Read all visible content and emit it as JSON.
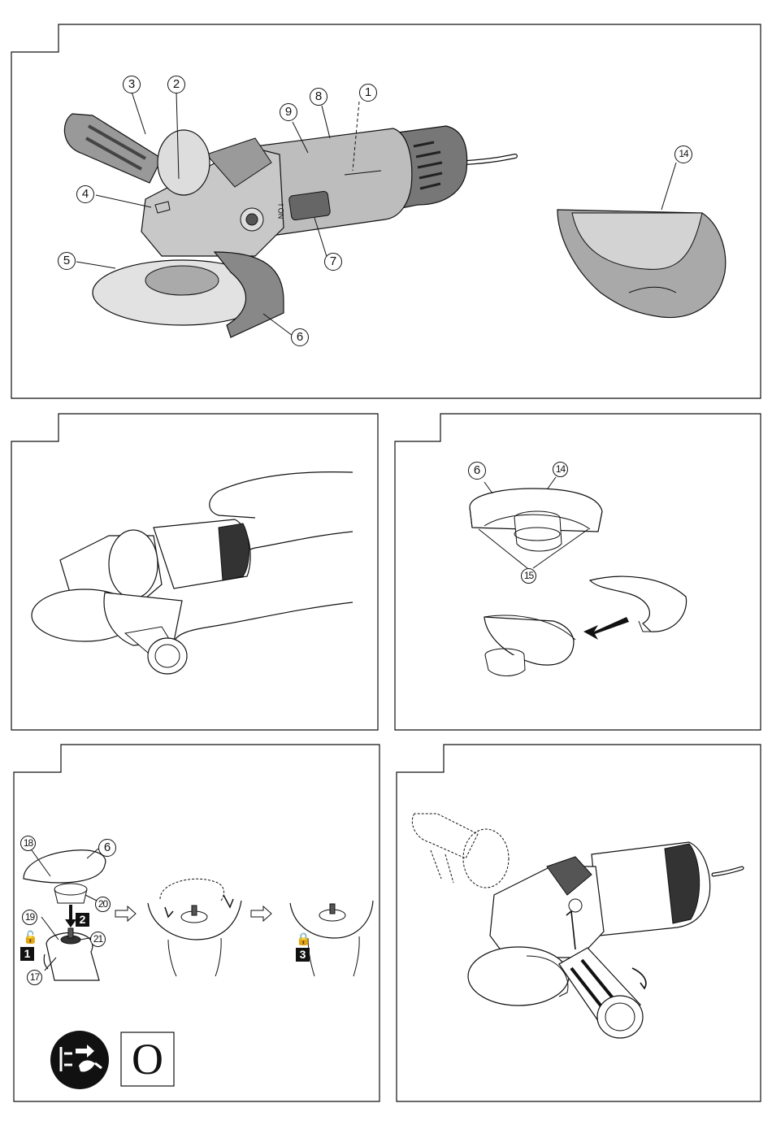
{
  "figure1": {
    "callouts": [
      "1",
      "2",
      "3",
      "4",
      "5",
      "6",
      "7",
      "8",
      "9",
      "14"
    ],
    "switch_label": "I ON"
  },
  "figure2": {},
  "figure3": {
    "callouts": [
      "6",
      "14",
      "15"
    ]
  },
  "figure4": {
    "callouts": [
      "18",
      "6",
      "19",
      "20",
      "21",
      "17"
    ],
    "steps": [
      "1",
      "2",
      "3"
    ],
    "off_symbol": "O",
    "icons": [
      "unlock-icon",
      "lock-icon",
      "unplug-icon",
      "arrow-right-icon"
    ]
  },
  "figure5": {}
}
